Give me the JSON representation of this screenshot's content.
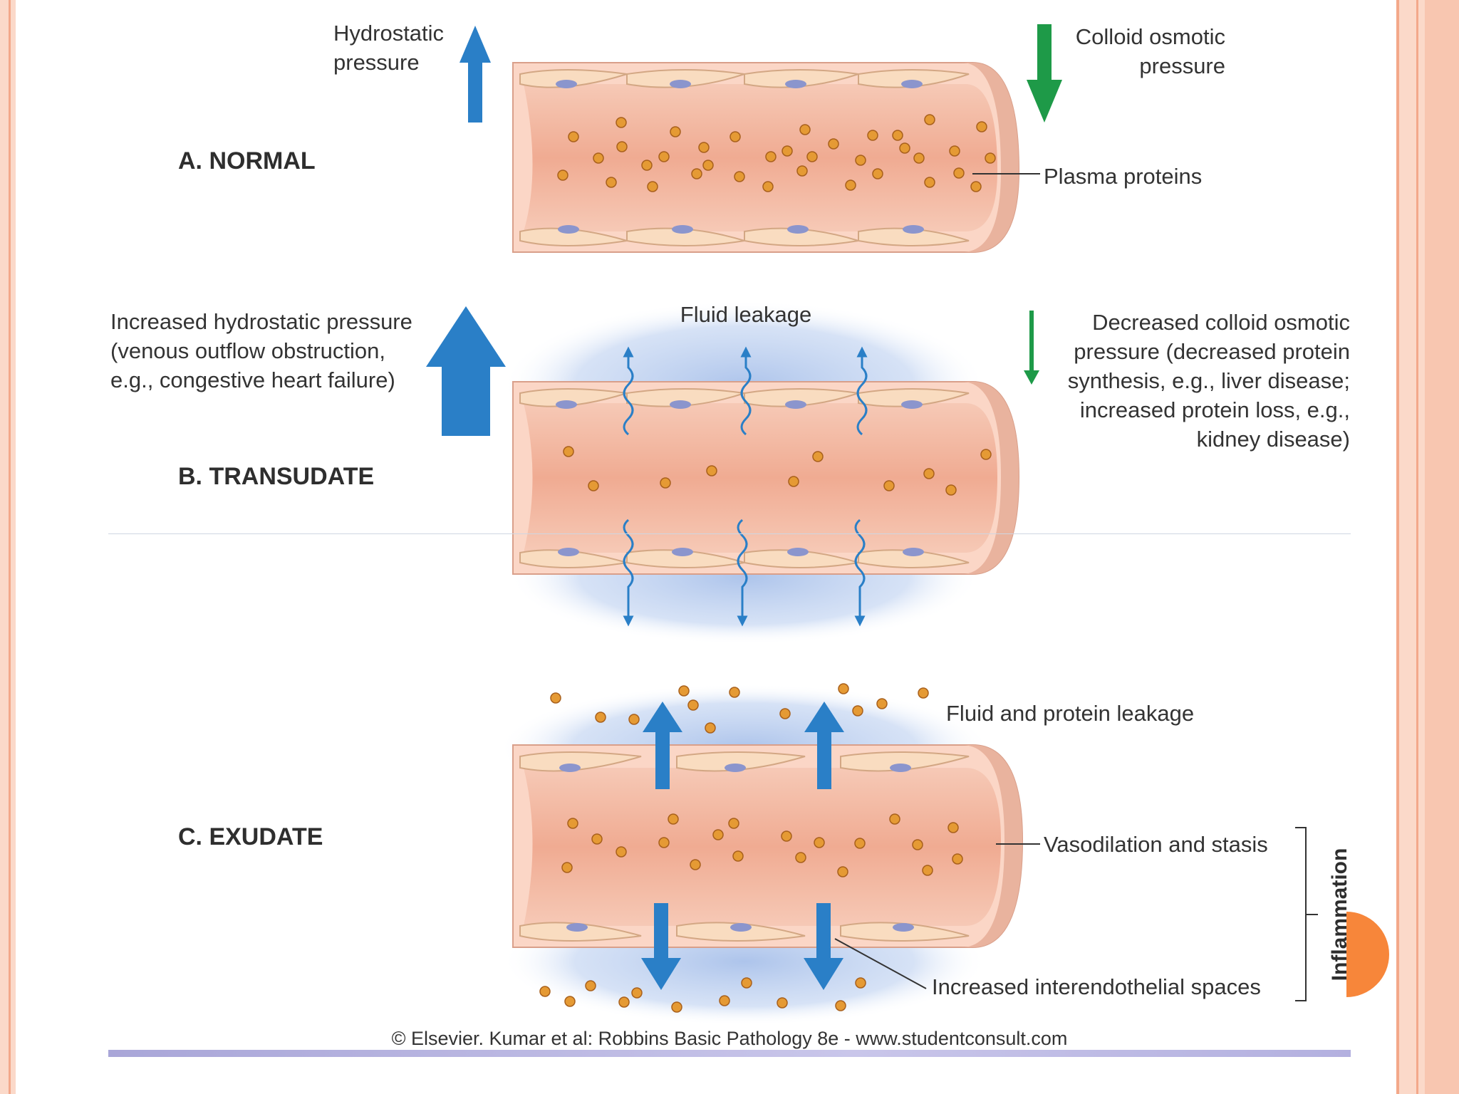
{
  "panels": {
    "normal": {
      "title": "A. NORMAL",
      "hydrostatic_label": [
        "Hydrostatic",
        "pressure"
      ],
      "colloid_label": [
        "Colloid osmotic",
        "pressure"
      ],
      "proteins_label": "Plasma proteins"
    },
    "transudate": {
      "title": "B. TRANSUDATE",
      "increased_hydrostatic_label": [
        "Increased hydrostatic pressure",
        "(venous outflow obstruction,",
        "e.g., congestive heart failure)"
      ],
      "fluid_leakage_label": "Fluid leakage",
      "decreased_colloid_label": [
        "Decreased colloid osmotic",
        "pressure (decreased protein",
        "synthesis, e.g., liver disease;",
        "increased protein loss, e.g.,",
        "kidney disease)"
      ]
    },
    "exudate": {
      "title": "C. EXUDATE",
      "leakage_label": "Fluid and protein leakage",
      "vasodilation_label": "Vasodilation and stasis",
      "spaces_label": "Increased interendothelial spaces",
      "bracket_label": "Inflammation"
    }
  },
  "credit": "© Elsevier. Kumar et al: Robbins Basic Pathology 8e - www.studentconsult.com",
  "colors": {
    "vessel_lumen": "#f2b39a",
    "vessel_wall": "#fbd6c6",
    "endothelial_cell": "#f9dcc0",
    "nucleus": "#8b95cd",
    "protein": "#e59a34",
    "hydrostatic_arrow": "#2a7fc7",
    "colloid_arrow": "#1e9a48",
    "fluid_halo": "#b8cdee",
    "frame": "#fbd9c9",
    "accent": "#f7863a"
  }
}
